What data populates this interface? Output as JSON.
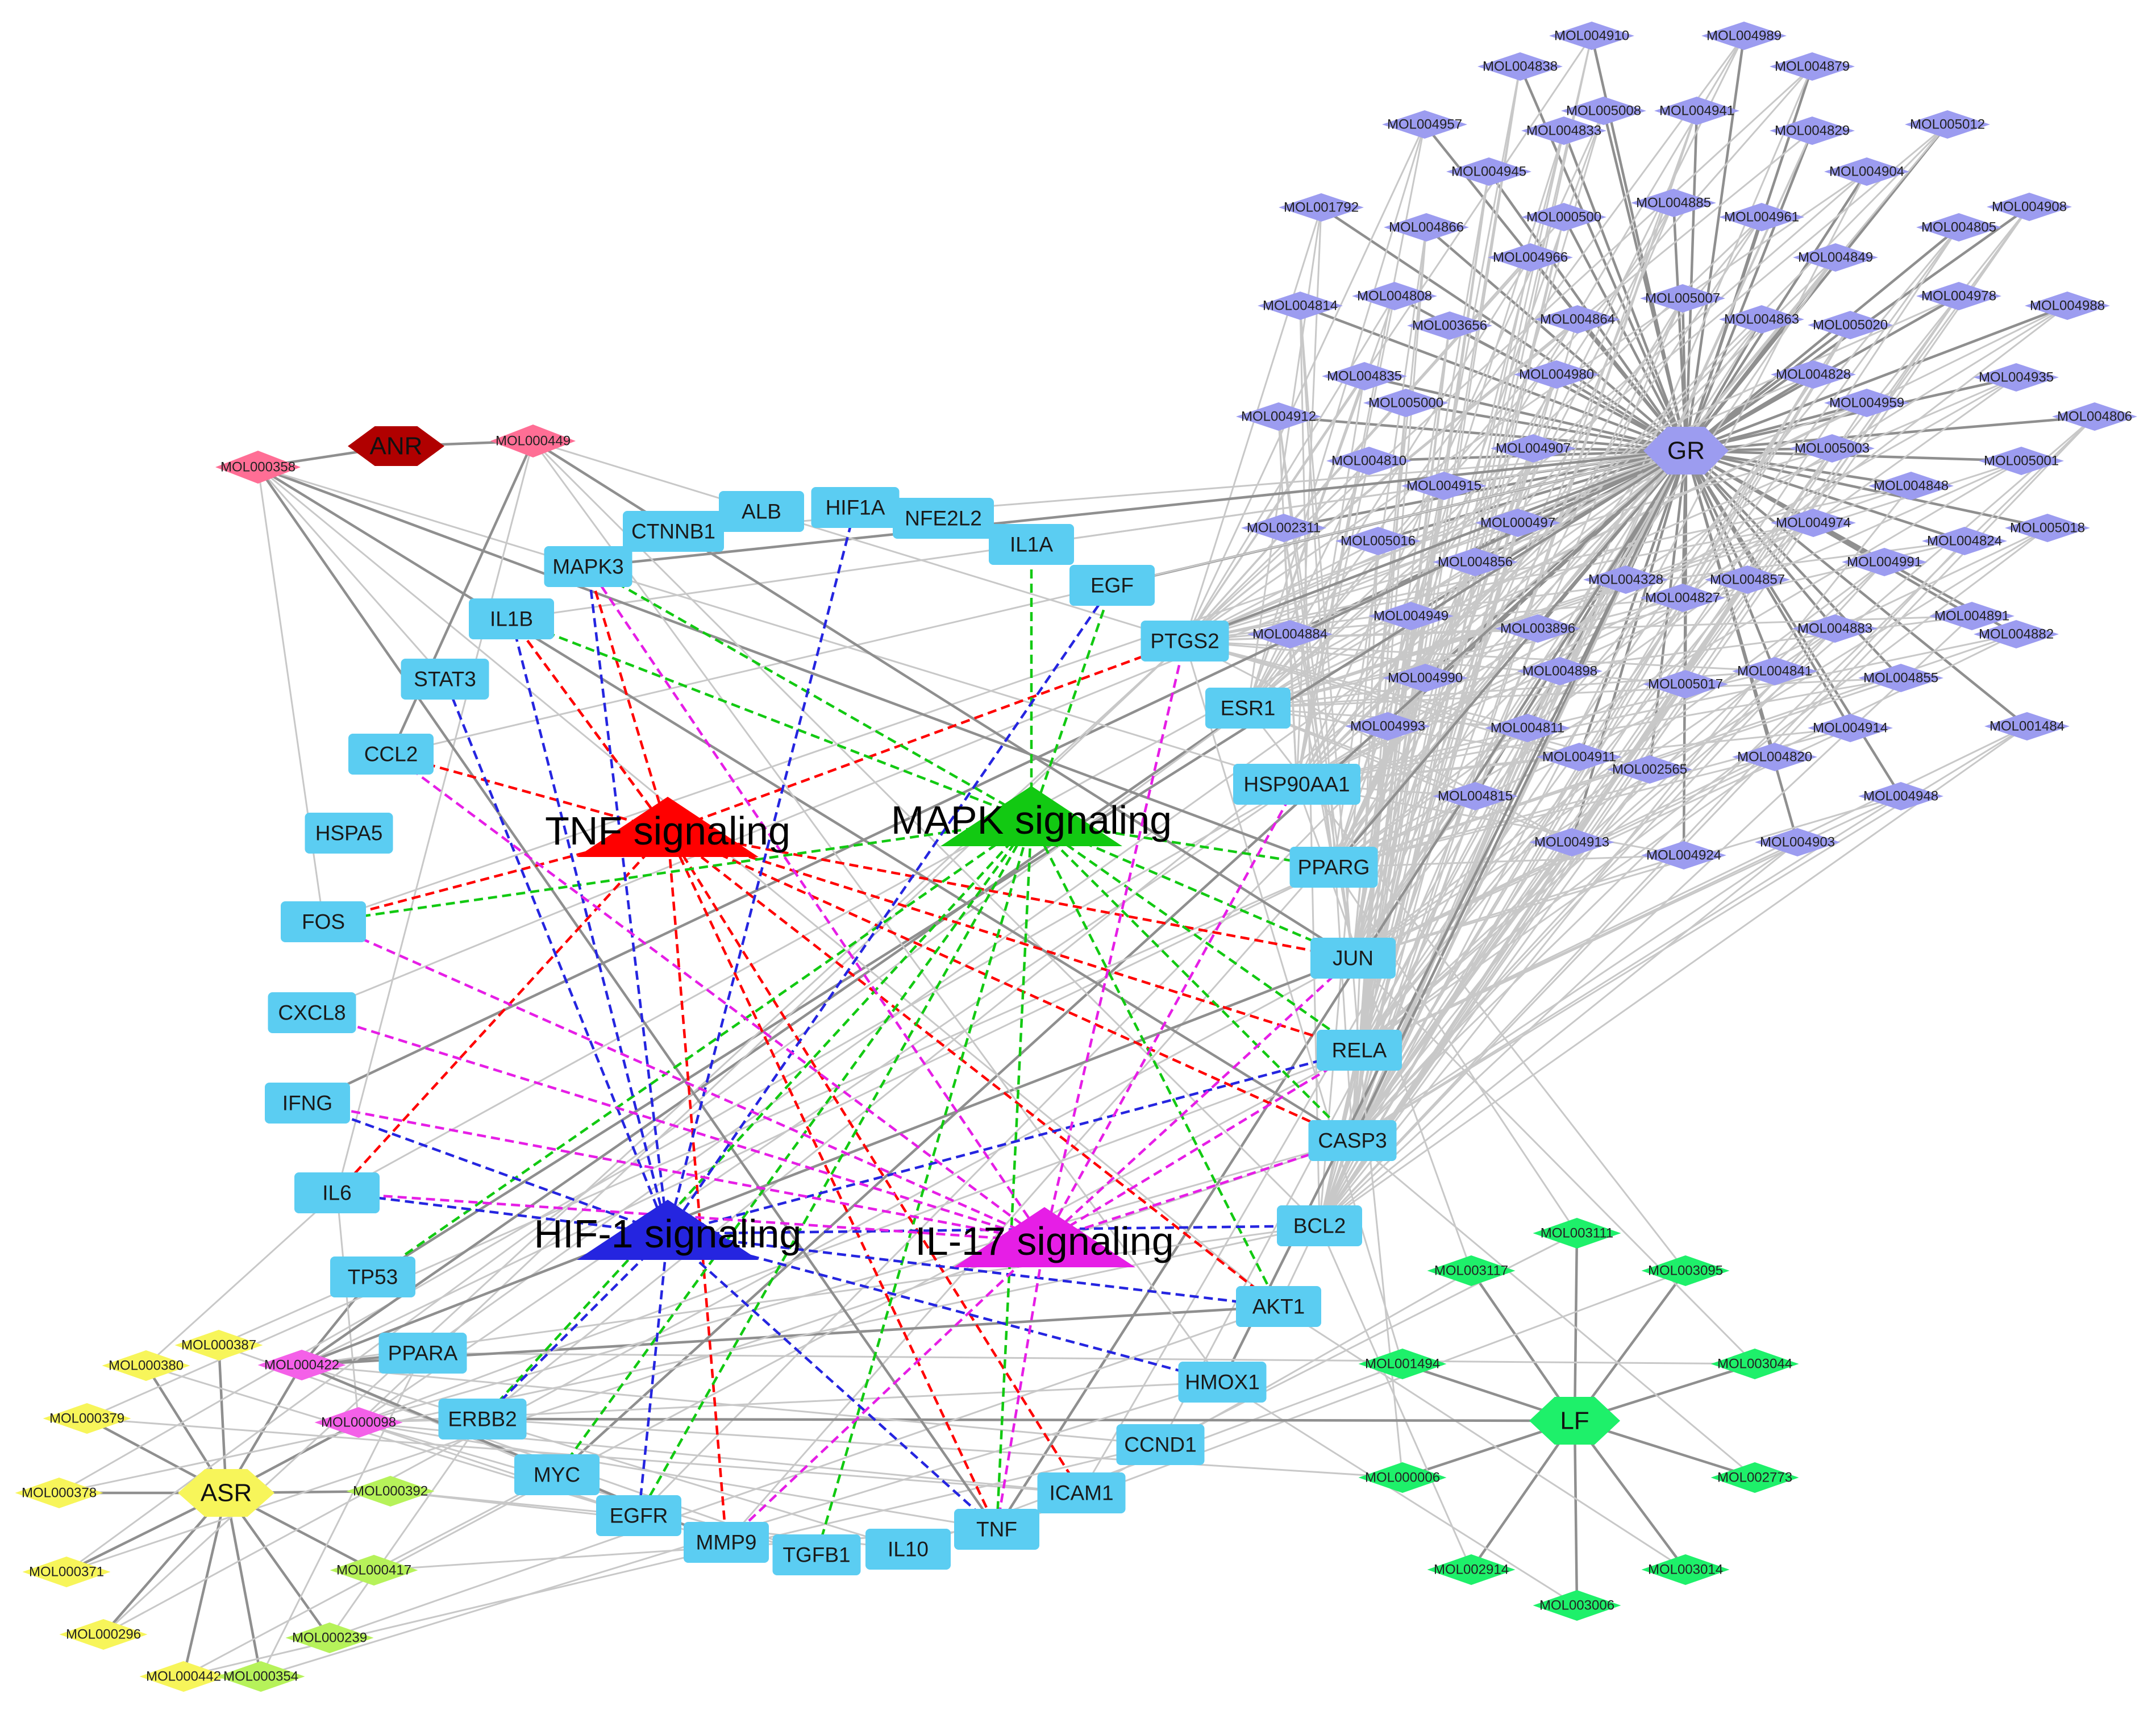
{
  "colors": {
    "target": "#5bcdf2",
    "gr": "#9c9cf0",
    "lf": "#1ef06a",
    "asr": "#f7f55a",
    "asr_green": "#b6f25a",
    "anr_hub": "#b00000",
    "anr_mol": "#ff6e95",
    "shared_mol": "#f460e8",
    "tnf": "#ff0000",
    "mapk": "#12c912",
    "hif": "#2525e0",
    "il17": "#e61ee6",
    "edge_gray": "#c8c8c8",
    "edge_dark": "#8f8f8f"
  },
  "herbs": [
    {
      "id": "ANR",
      "label": "ANR",
      "color": "anr_hub"
    },
    {
      "id": "GR",
      "label": "GR",
      "color": "gr"
    },
    {
      "id": "LF",
      "label": "LF",
      "color": "lf"
    },
    {
      "id": "ASR",
      "label": "ASR",
      "color": "asr"
    }
  ],
  "pathways": [
    {
      "id": "tnf",
      "label": "TNF signaling",
      "color": "tnf"
    },
    {
      "id": "mapk",
      "label": "MAPK signaling",
      "color": "mapk"
    },
    {
      "id": "hif",
      "label": "HIF-1 signaling",
      "color": "hif"
    },
    {
      "id": "il17",
      "label": "IL-17 signaling",
      "color": "il17"
    }
  ],
  "targets": [
    "CTNNB1",
    "ALB",
    "HIF1A",
    "NFE2L2",
    "IL1A",
    "EGF",
    "MAPK3",
    "IL1B",
    "STAT3",
    "CCL2",
    "HSPA5",
    "FOS",
    "CXCL8",
    "IFNG",
    "IL6",
    "TP53",
    "PPARA",
    "ERBB2",
    "MYC",
    "EGFR",
    "MMP9",
    "TGFB1",
    "IL10",
    "TNF",
    "ICAM1",
    "CCND1",
    "HMOX1",
    "AKT1",
    "BCL2",
    "CASP3",
    "RELA",
    "JUN",
    "PPARG",
    "HSP90AA1",
    "ESR1",
    "PTGS2"
  ],
  "anr_molecules": [
    "MOL000358",
    "MOL000449"
  ],
  "gr_molecules": [
    "MOL004910",
    "MOL004989",
    "MOL004838",
    "MOL004879",
    "MOL005008",
    "MOL004941",
    "MOL004957",
    "MOL004833",
    "MOL004829",
    "MOL005012",
    "MOL004945",
    "MOL004904",
    "MOL004885",
    "MOL004908",
    "MOL001792",
    "MOL004866",
    "MOL000500",
    "MOL004961",
    "MOL004805",
    "MOL004966",
    "MOL004849",
    "MOL004814",
    "MOL004808",
    "MOL005007",
    "MOL004978",
    "MOL004988",
    "MOL003656",
    "MOL004864",
    "MOL004863",
    "MOL005020",
    "MOL004835",
    "MOL004980",
    "MOL004828",
    "MOL004935",
    "MOL005000",
    "MOL004959",
    "MOL004912",
    "MOL004806",
    "MOL004810",
    "MOL004907",
    "MOL005003",
    "MOL005001",
    "MOL004915",
    "MOL004848",
    "MOL002311",
    "MOL000497",
    "MOL004974",
    "MOL005018",
    "MOL005016",
    "MOL004856",
    "MOL004991",
    "MOL004824",
    "MOL004328",
    "MOL004857",
    "MOL004827",
    "MOL004949",
    "MOL003896",
    "MOL004884",
    "MOL004883",
    "MOL004891",
    "MOL004882",
    "MOL004898",
    "MOL004841",
    "MOL004990",
    "MOL005017",
    "MOL004855",
    "MOL004993",
    "MOL004811",
    "MOL004914",
    "MOL001484",
    "MOL004911",
    "MOL004820",
    "MOL002565",
    "MOL004815",
    "MOL004948",
    "MOL004913",
    "MOL004924",
    "MOL004903"
  ],
  "lf_molecules": [
    "MOL003111",
    "MOL003117",
    "MOL003095",
    "MOL001494",
    "MOL003044",
    "MOL000006",
    "MOL002773",
    "MOL002914",
    "MOL003014",
    "MOL003006"
  ],
  "asr_molecules": [
    "MOL000387",
    "MOL000380",
    "MOL000379",
    "MOL000378",
    "MOL000371",
    "MOL000296",
    "MOL000442",
    "MOL000354",
    "MOL000239",
    "MOL000417",
    "MOL000392"
  ],
  "shared_molecules": [
    "MOL000422",
    "MOL000098"
  ]
}
